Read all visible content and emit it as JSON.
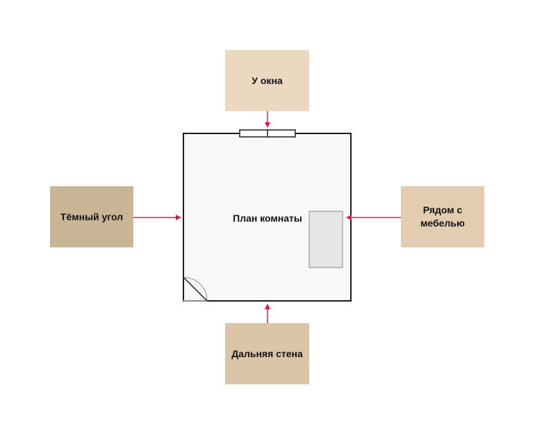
{
  "room": {
    "label": "План комнаты"
  },
  "options": {
    "top": {
      "label": "У окна"
    },
    "left": {
      "label": "Тёмный угол"
    },
    "right": {
      "label": "Рядом с мебелью"
    },
    "bottom": {
      "label": "Дальняя стена"
    }
  },
  "colors": {
    "top_box": "#ead9c0",
    "left_box": "#c8b596",
    "right_box": "#e2cdb0",
    "bottom_box": "#dbc5a8",
    "arrow": "#d81b4f",
    "room_fill": "#f8f8f8",
    "room_stroke": "#1a1a1a",
    "furniture_fill": "#e6e6e6",
    "furniture_stroke": "#888888"
  }
}
